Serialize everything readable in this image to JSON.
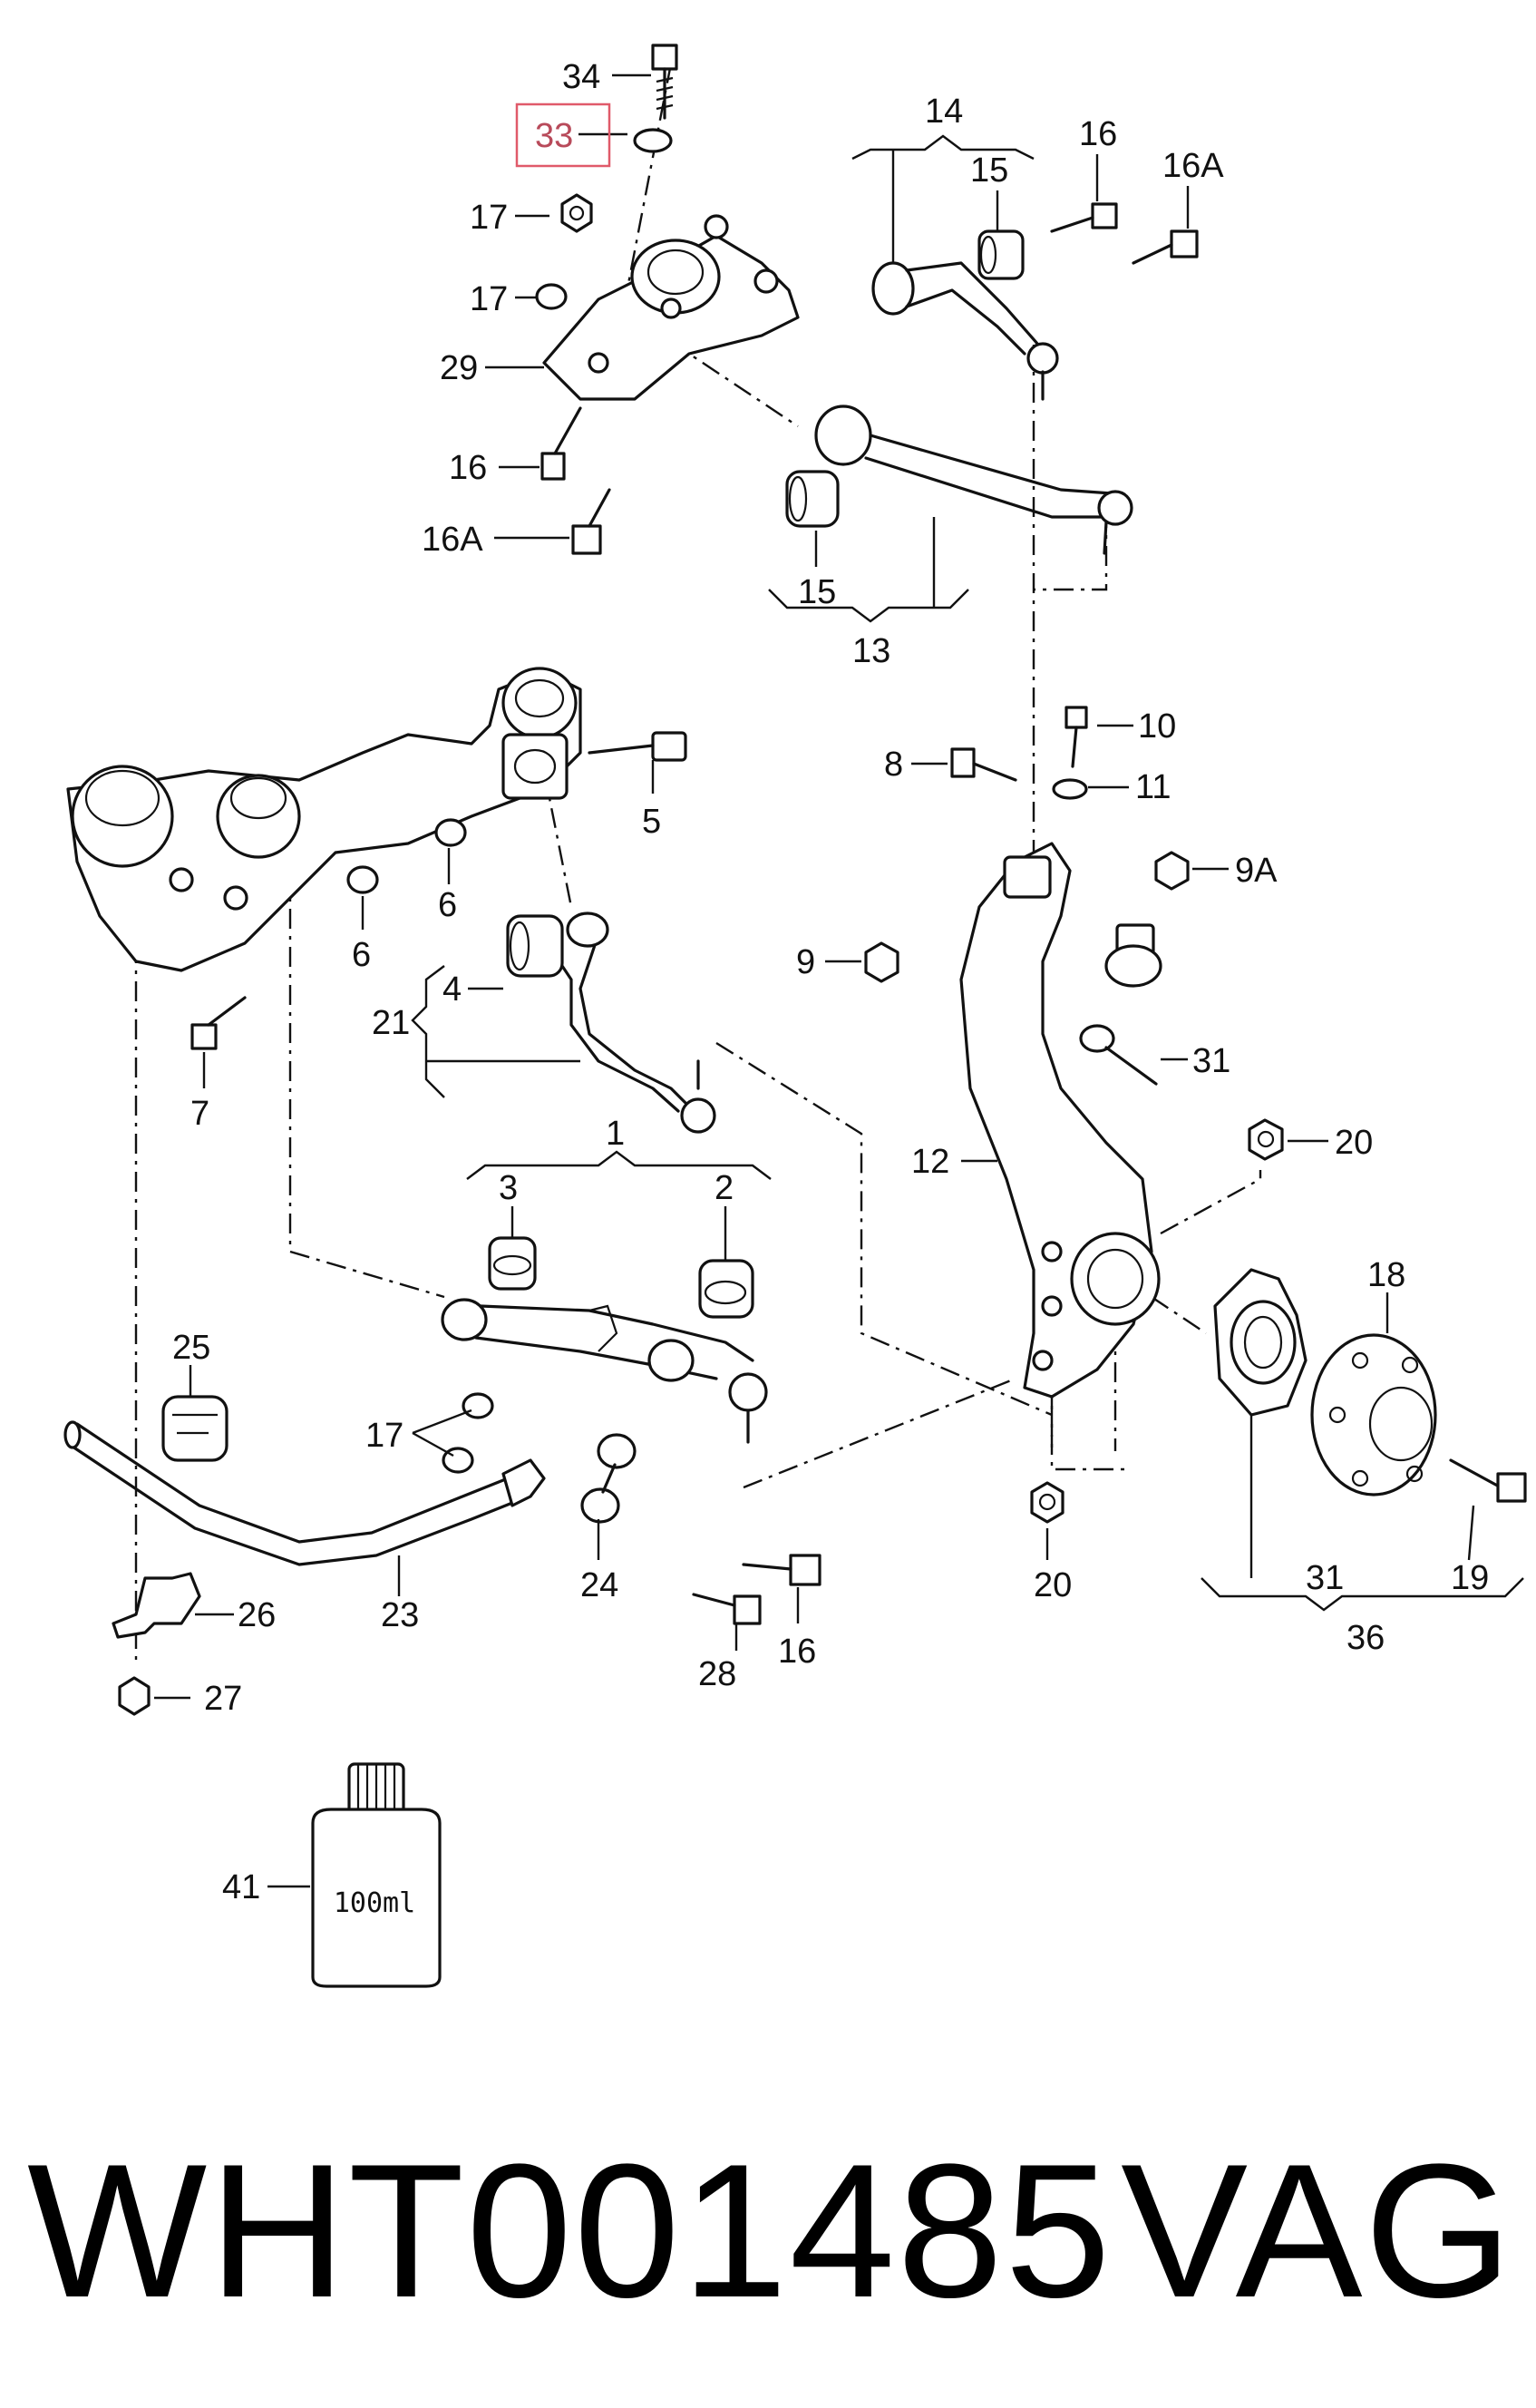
{
  "callouts": {
    "c34": "34",
    "c33": "33",
    "c17a": "17",
    "c17b": "17",
    "c29": "29",
    "c16a": "16",
    "c16Aa": "16A",
    "c14": "14",
    "c15a": "15",
    "c16b": "16",
    "c16Ab": "16A",
    "c15b": "15",
    "c13": "13",
    "c10": "10",
    "c8": "8",
    "c11": "11",
    "c5": "5",
    "c6a": "6",
    "c6b": "6",
    "c9A": "9A",
    "c9": "9",
    "c4": "4",
    "c21": "21",
    "c7": "7",
    "c31a": "31",
    "c20a": "20",
    "c12": "12",
    "c1": "1",
    "c3": "3",
    "c2": "2",
    "c18": "18",
    "c25": "25",
    "c17c": "17",
    "c20b": "20",
    "c31b": "31",
    "c19": "19",
    "c36": "36",
    "c26": "26",
    "c23": "23",
    "c24": "24",
    "c16c": "16",
    "c28": "28",
    "c27": "27",
    "c41": "41"
  },
  "bottle_label": "100ml",
  "highlight_color": "#e05a6a",
  "footer": {
    "part_number": "WHT001485",
    "brand": "VAG"
  }
}
